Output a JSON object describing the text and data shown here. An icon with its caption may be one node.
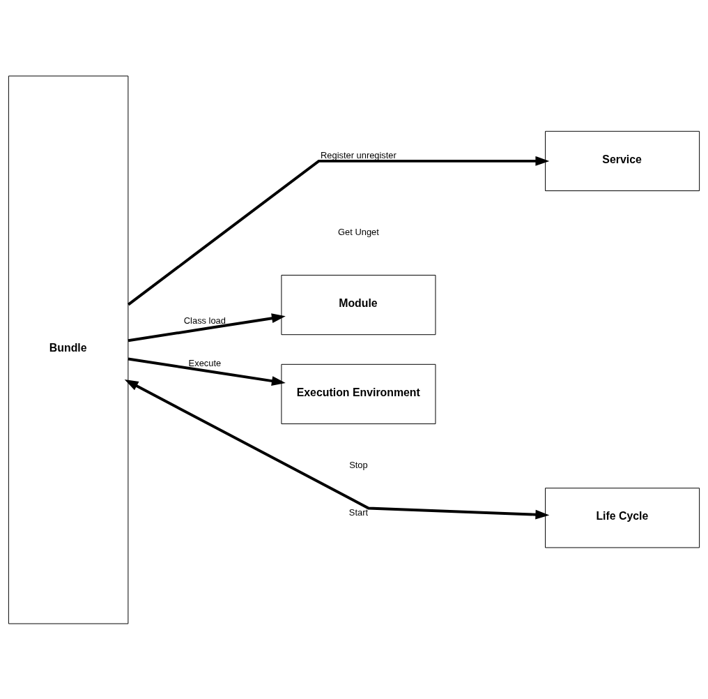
{
  "diagram": {
    "nodes": [
      {
        "text": [
          "Bundle"
        ]
      },
      {
        "text": [
          "Service"
        ]
      },
      {
        "text": [
          "Life Cycle"
        ]
      },
      {
        "text": [
          "Module"
        ]
      },
      {
        "text": [
          "Execution Environment"
        ]
      }
    ],
    "edges": [
      {
        "from": 0,
        "to": 1,
        "arrow": "to",
        "label": "Register unregister"
      },
      {
        "from": 0,
        "to": 2,
        "arrow": "both",
        "label": "Start"
      },
      {
        "from": 0,
        "to": 3,
        "arrow": "to",
        "label": "Class load"
      },
      {
        "from": 0,
        "to": 4,
        "arrow": "to",
        "label": "Execute"
      }
    ],
    "labels": [
      "Get Unget",
      "Stop"
    ]
  }
}
